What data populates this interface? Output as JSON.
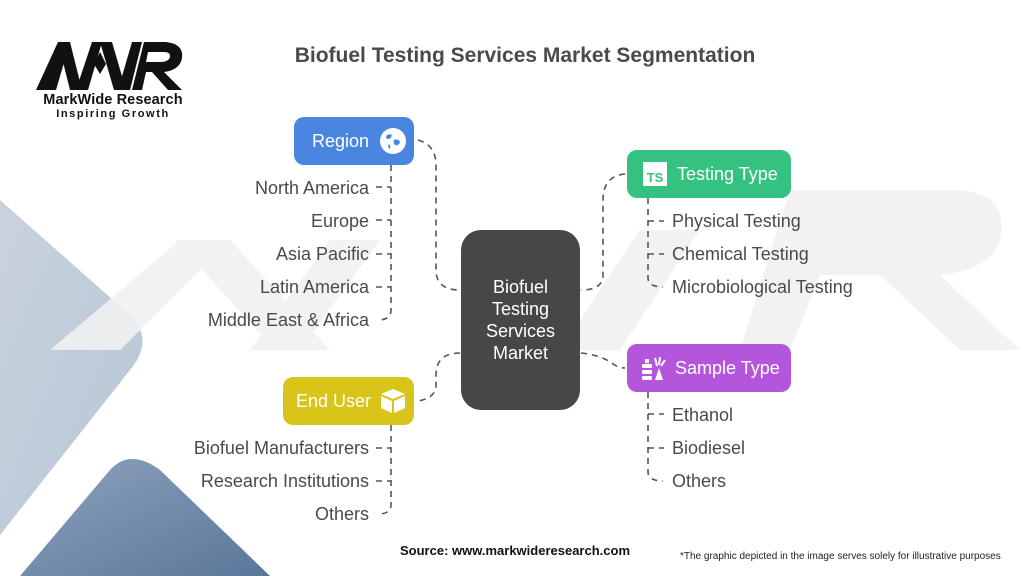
{
  "logo": {
    "mark": "MWR",
    "name": "MarkWide Research",
    "tagline": "Inspiring Growth"
  },
  "title": "Biofuel Testing Services Market Segmentation",
  "center": {
    "lines": [
      "Biofuel",
      "Testing",
      "Services",
      "Market"
    ]
  },
  "segments": {
    "region": {
      "label": "Region",
      "icon": "globe-icon",
      "color": "#4a86e0",
      "items": [
        "North America",
        "Europe",
        "Asia Pacific",
        "Latin America",
        "Middle East & Africa"
      ]
    },
    "testing_type": {
      "label": "Testing Type",
      "icon": "ts-badge-icon",
      "color": "#35c17f",
      "items": [
        "Physical Testing",
        "Chemical Testing",
        "Microbiological Testing"
      ]
    },
    "sample_type": {
      "label": "Sample Type",
      "icon": "fuel-sample-icon",
      "color": "#b356dc",
      "items": [
        "Ethanol",
        "Biodiesel",
        "Others"
      ]
    },
    "end_user": {
      "label": "End User",
      "icon": "box-icon",
      "color": "#d9c41a",
      "items": [
        "Biofuel Manufacturers",
        "Research Institutions",
        "Others"
      ]
    }
  },
  "footer": {
    "source": "Source: www.markwideresearch.com",
    "note": "*The graphic depicted in the image serves solely for illustrative purposes"
  }
}
